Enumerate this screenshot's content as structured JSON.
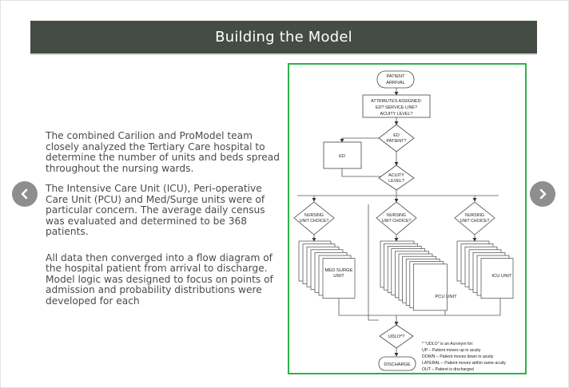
{
  "header": {
    "title": "Building the Model"
  },
  "paragraphs": [
    "The combined Carilion and ProModel team closely analyzed the Tertiary Care hospital to determine the number of units and beds spread throughout the nursing wards.",
    "The Intensive Care Unit (ICU), Peri-operative Care Unit (PCU) and Med/Surge units were of particular concern. The average daily census was evaluated and determined to be 368 patients.",
    "All data then converged into a flow diagram of the hospital patient from arrival to discharge. Model logic was designed to focus on points of admission and probability distributions were developed for each"
  ],
  "nav": {
    "prev_icon": "chevron-left-icon",
    "next_icon": "chevron-right-icon",
    "arrow_color": "#8e8e8e"
  },
  "colors": {
    "header_bg": "#454b45",
    "diagram_border": "#2db34a"
  },
  "diagram": {
    "arrival_l1": "PATIENT",
    "arrival_l2": "ARRIVAL",
    "attr_l1": "ATTRIBUTES ASSIGNED:",
    "attr_l2": "ED? SERVICE LINE?",
    "attr_l3": "ACUITY LEVEL?",
    "ed_q_l1": "ED",
    "ed_q_l2": "PATIENT?",
    "ed_box": "ED",
    "acuity_l1": "ACUITY",
    "acuity_l2": "LEVEL?",
    "nursing_l1": "NURSING",
    "nursing_l2": "UNIT CHOICE?",
    "med_l1": "MED SURGE",
    "med_l2": "UNIT",
    "pcu": "PCU UNIT",
    "icu": "ICU UNIT",
    "udlo": "UDLO*?",
    "discharge": "DISCHARGE",
    "legend_title": "* \"UDLO\" is an Acronym for:",
    "legend_up": "UP – Patient moves up in acuity",
    "legend_down": "DOWN – Patient moves down in acuity",
    "legend_lateral": "LATERAL – Patient moves within same acuity",
    "legend_out": "OUT – Patient is discharged"
  }
}
